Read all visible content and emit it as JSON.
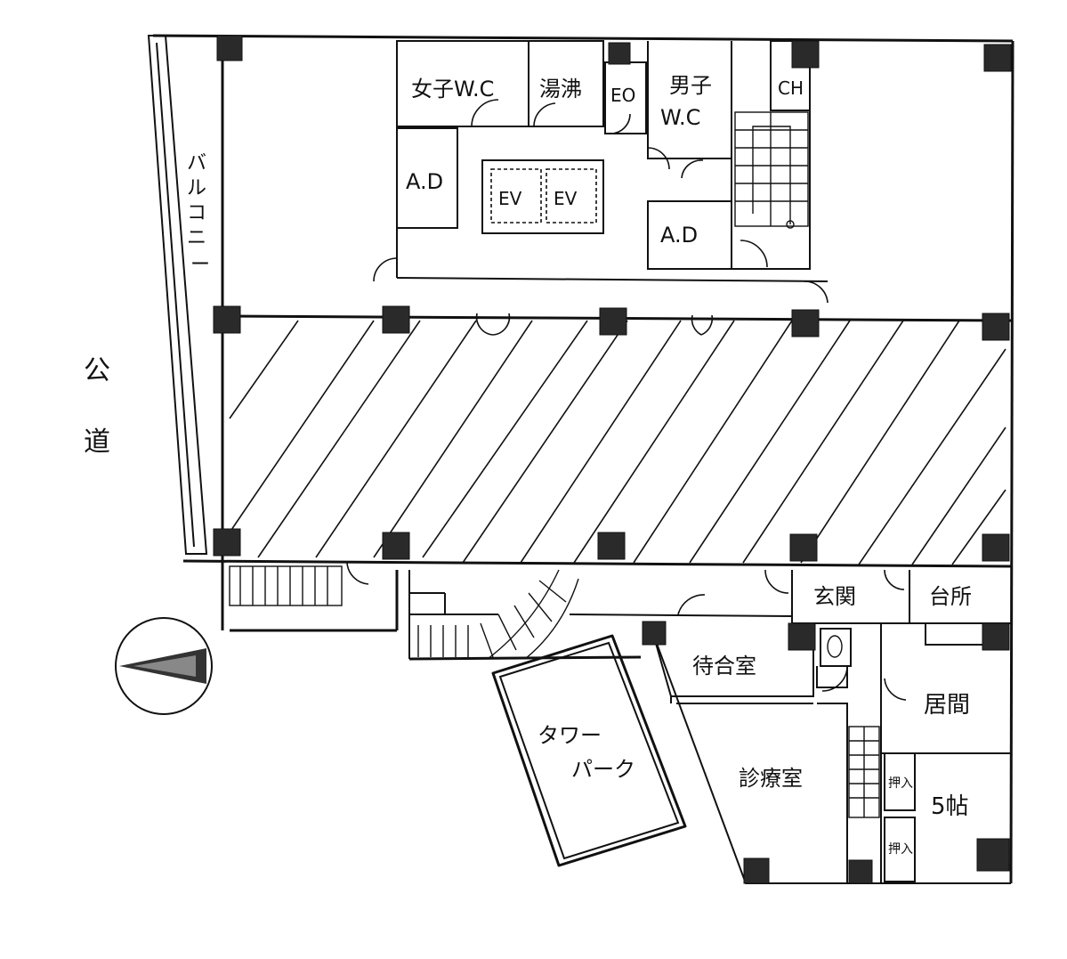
{
  "labels": {
    "road": "公道",
    "road_1": "公",
    "road_2": "道",
    "balcony": "バルコニー",
    "balcony_1": "バ",
    "balcony_2": "ル",
    "balcony_3": "コ",
    "balcony_4": "ニ",
    "balcony_5": "ー",
    "womens_wc": "女子W.C",
    "kitchenette": "湯沸",
    "eo": "EO",
    "mens_wc_1": "男子",
    "mens_wc_2": "W.C",
    "ch": "CH",
    "ad_left": "A.D",
    "ev_1": "EV",
    "ev_2": "EV",
    "ad_right": "A.D",
    "entrance": "玄関",
    "kitchen": "台所",
    "waiting_room": "待合室",
    "living_room": "居間",
    "tower_park_1": "タワー",
    "tower_park_2": "パーク",
    "exam_room": "診療室",
    "closet_1": "押入",
    "closet_2": "押入",
    "tatami_room": "5帖"
  }
}
